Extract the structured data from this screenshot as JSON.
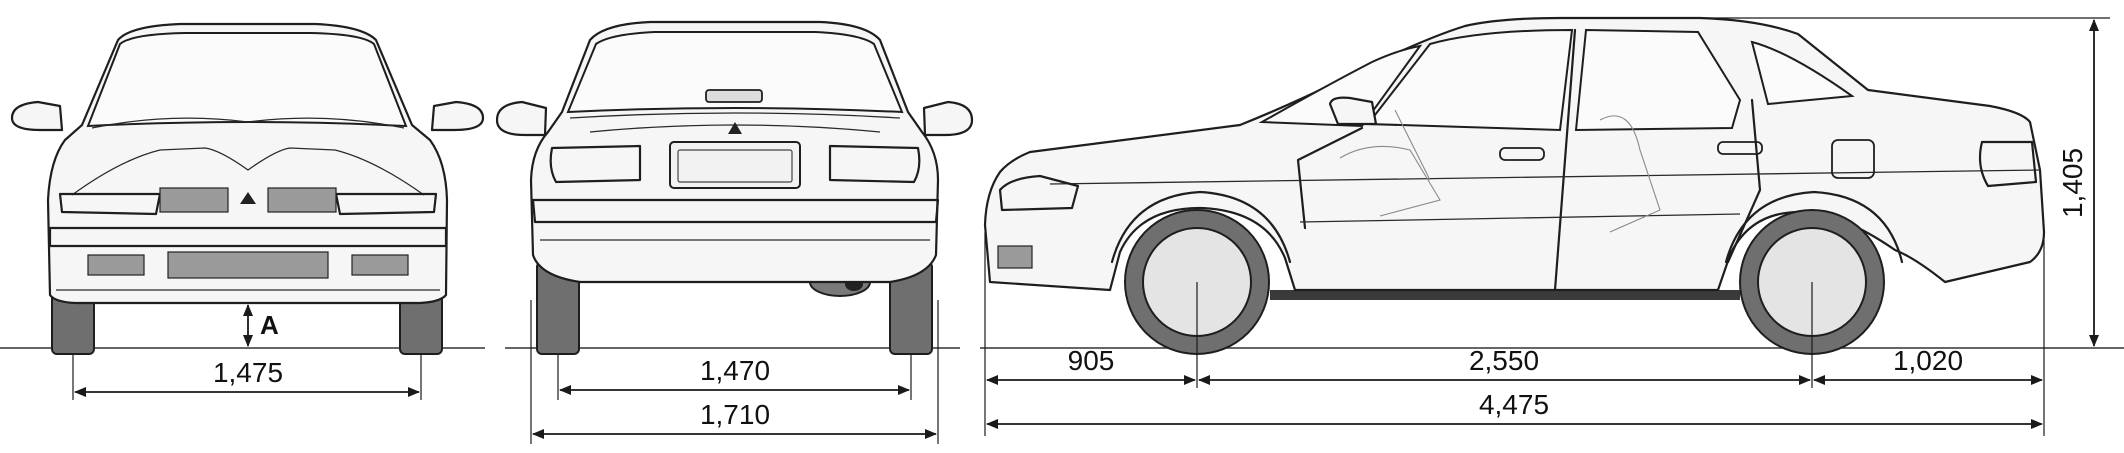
{
  "dimensions": {
    "front_track": "1,475",
    "ground_clearance_label": "A",
    "rear_track": "1,470",
    "overall_width": "1,710",
    "front_overhang": "905",
    "wheelbase": "2,550",
    "rear_overhang": "1,020",
    "overall_length": "4,475",
    "overall_height": "1,405"
  },
  "views": [
    "front",
    "rear",
    "side"
  ],
  "colors": {
    "line": "#1e1e1e",
    "tire": "#6f6f6f",
    "background": "#ffffff"
  }
}
